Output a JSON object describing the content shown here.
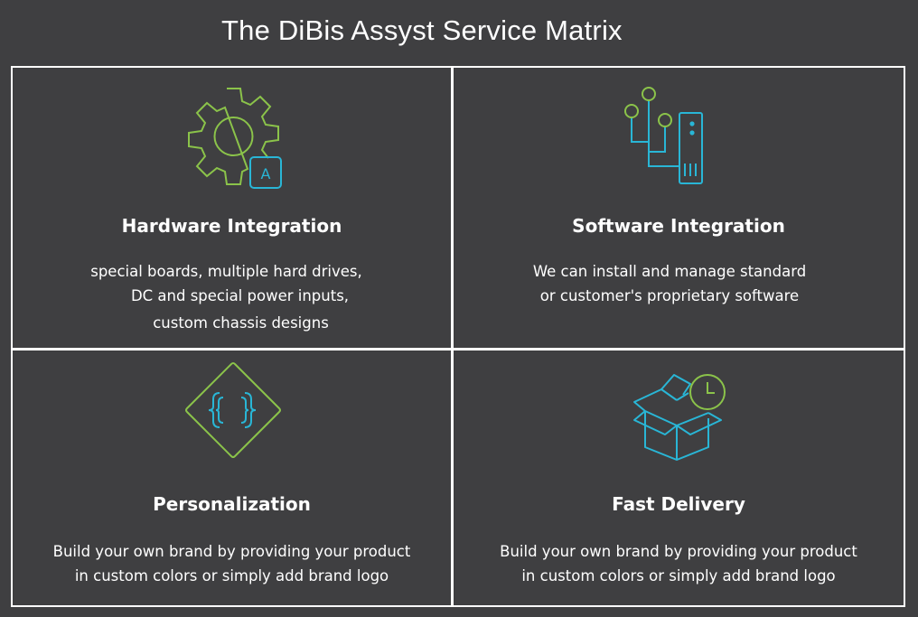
{
  "title": "The DiBis Assyst Service Matrix",
  "colors": {
    "background": "#3f3f41",
    "green_accent": "#8bc34a",
    "blue_accent": "#29b6d6",
    "border": "#ffffff"
  },
  "cells": [
    {
      "icon": "gear-with-app-icon",
      "badge_letter": "A",
      "heading": "Hardware Integration",
      "lines": [
        "special boards, multiple hard drives,",
        "DC and special power inputs,",
        "custom chassis designs"
      ]
    },
    {
      "icon": "server-connection-icon",
      "heading": "Software Integration",
      "lines": [
        "We can install and manage standard",
        "or customer's proprietary software"
      ]
    },
    {
      "icon": "code-diamond-icon",
      "heading": "Personalization",
      "lines": [
        "Build your own brand by providing your product",
        "in custom colors or simply add brand logo"
      ]
    },
    {
      "icon": "box-with-clock-icon",
      "heading": "Fast Delivery",
      "lines": [
        "Build your own brand by providing your product",
        "in custom colors or simply add brand logo"
      ]
    }
  ]
}
